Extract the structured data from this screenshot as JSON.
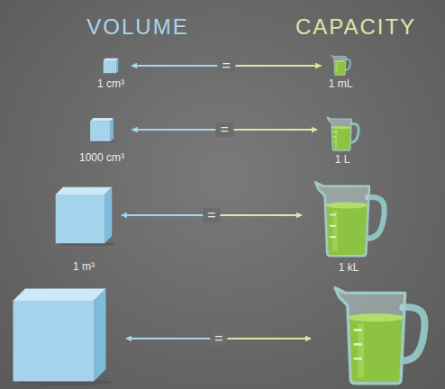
{
  "diagram": {
    "nodes": [
      {
        "text": [
          "1 cm³"
        ]
      },
      {
        "text": [
          "1 mL"
        ]
      },
      {
        "text": [
          "1000 cm³"
        ]
      },
      {
        "text": [
          "1 L"
        ]
      },
      {
        "text": [
          "1 m³"
        ]
      },
      {
        "text": [
          "1 kL"
        ]
      }
    ],
    "edges": [
      {
        "from": 0,
        "to": 1,
        "label": "=",
        "arrow": "both"
      },
      {
        "from": 2,
        "to": 3,
        "label": "=",
        "arrow": "both"
      },
      {
        "from": 4,
        "to": 5,
        "label": "=",
        "arrow": "both"
      }
    ],
    "labels": [
      "VOLUME",
      "CAPACITY",
      "="
    ]
  }
}
